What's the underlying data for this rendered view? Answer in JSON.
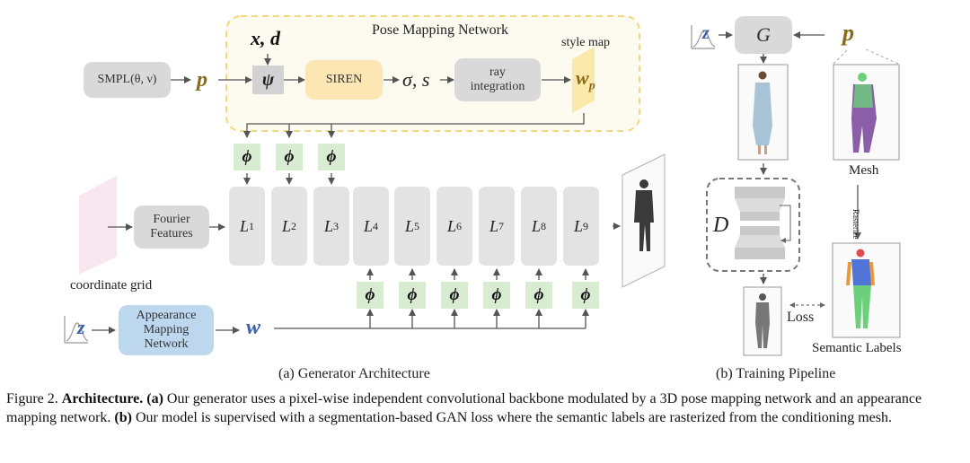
{
  "generator": {
    "pose_mapping_title": "Pose Mapping Network",
    "smpl_label": "SMPL(θ, ν)",
    "p": "p",
    "xd": "x, d",
    "psi": "ψ",
    "siren": "SIREN",
    "sigma_s": "σ, s",
    "ray_integration_1": "ray",
    "ray_integration_2": "integration",
    "style_map": "style map",
    "wp": "w",
    "wp_sub": "p",
    "phi": "ϕ",
    "fourier_1": "Fourier",
    "fourier_2": "Features",
    "coordinate_grid": "coordinate grid",
    "layers": [
      "1",
      "2",
      "3",
      "4",
      "5",
      "6",
      "7",
      "8",
      "9"
    ],
    "layer_letter": "L",
    "z": "z",
    "appearance_1": "Appearance",
    "appearance_2": "Mapping",
    "appearance_3": "Network",
    "w": "w",
    "subcaption": "(a) Generator Architecture"
  },
  "training": {
    "z": "z",
    "G": "G",
    "p": "p",
    "D": "D",
    "mesh": "Mesh",
    "rasterize": "Rasterize",
    "loss": "Loss",
    "semantic_labels": "Semantic Labels",
    "subcaption": "(b) Training Pipeline"
  },
  "caption": {
    "figure": "Figure 2.",
    "title": "Architecture.",
    "a_tag": "(a)",
    "a_text": "Our generator uses a pixel-wise independent convolutional backbone modulated by a 3D pose mapping network and an appearance mapping network.",
    "b_tag": "(b)",
    "b_text": "Our model is supervised with a segmentation-based GAN loss where the semantic labels are rasterized from the conditioning mesh."
  },
  "colors": {
    "dashed_border": "#f2d880",
    "pose_bg": "#fdfaf0",
    "siren": "#fbe6b4",
    "style_map": "#fbe9ac",
    "phi_bg": "#d8ecd2",
    "appearance": "#bcd7ee",
    "p_color": "#8a6a1a",
    "w_color": "#3a62a8"
  }
}
